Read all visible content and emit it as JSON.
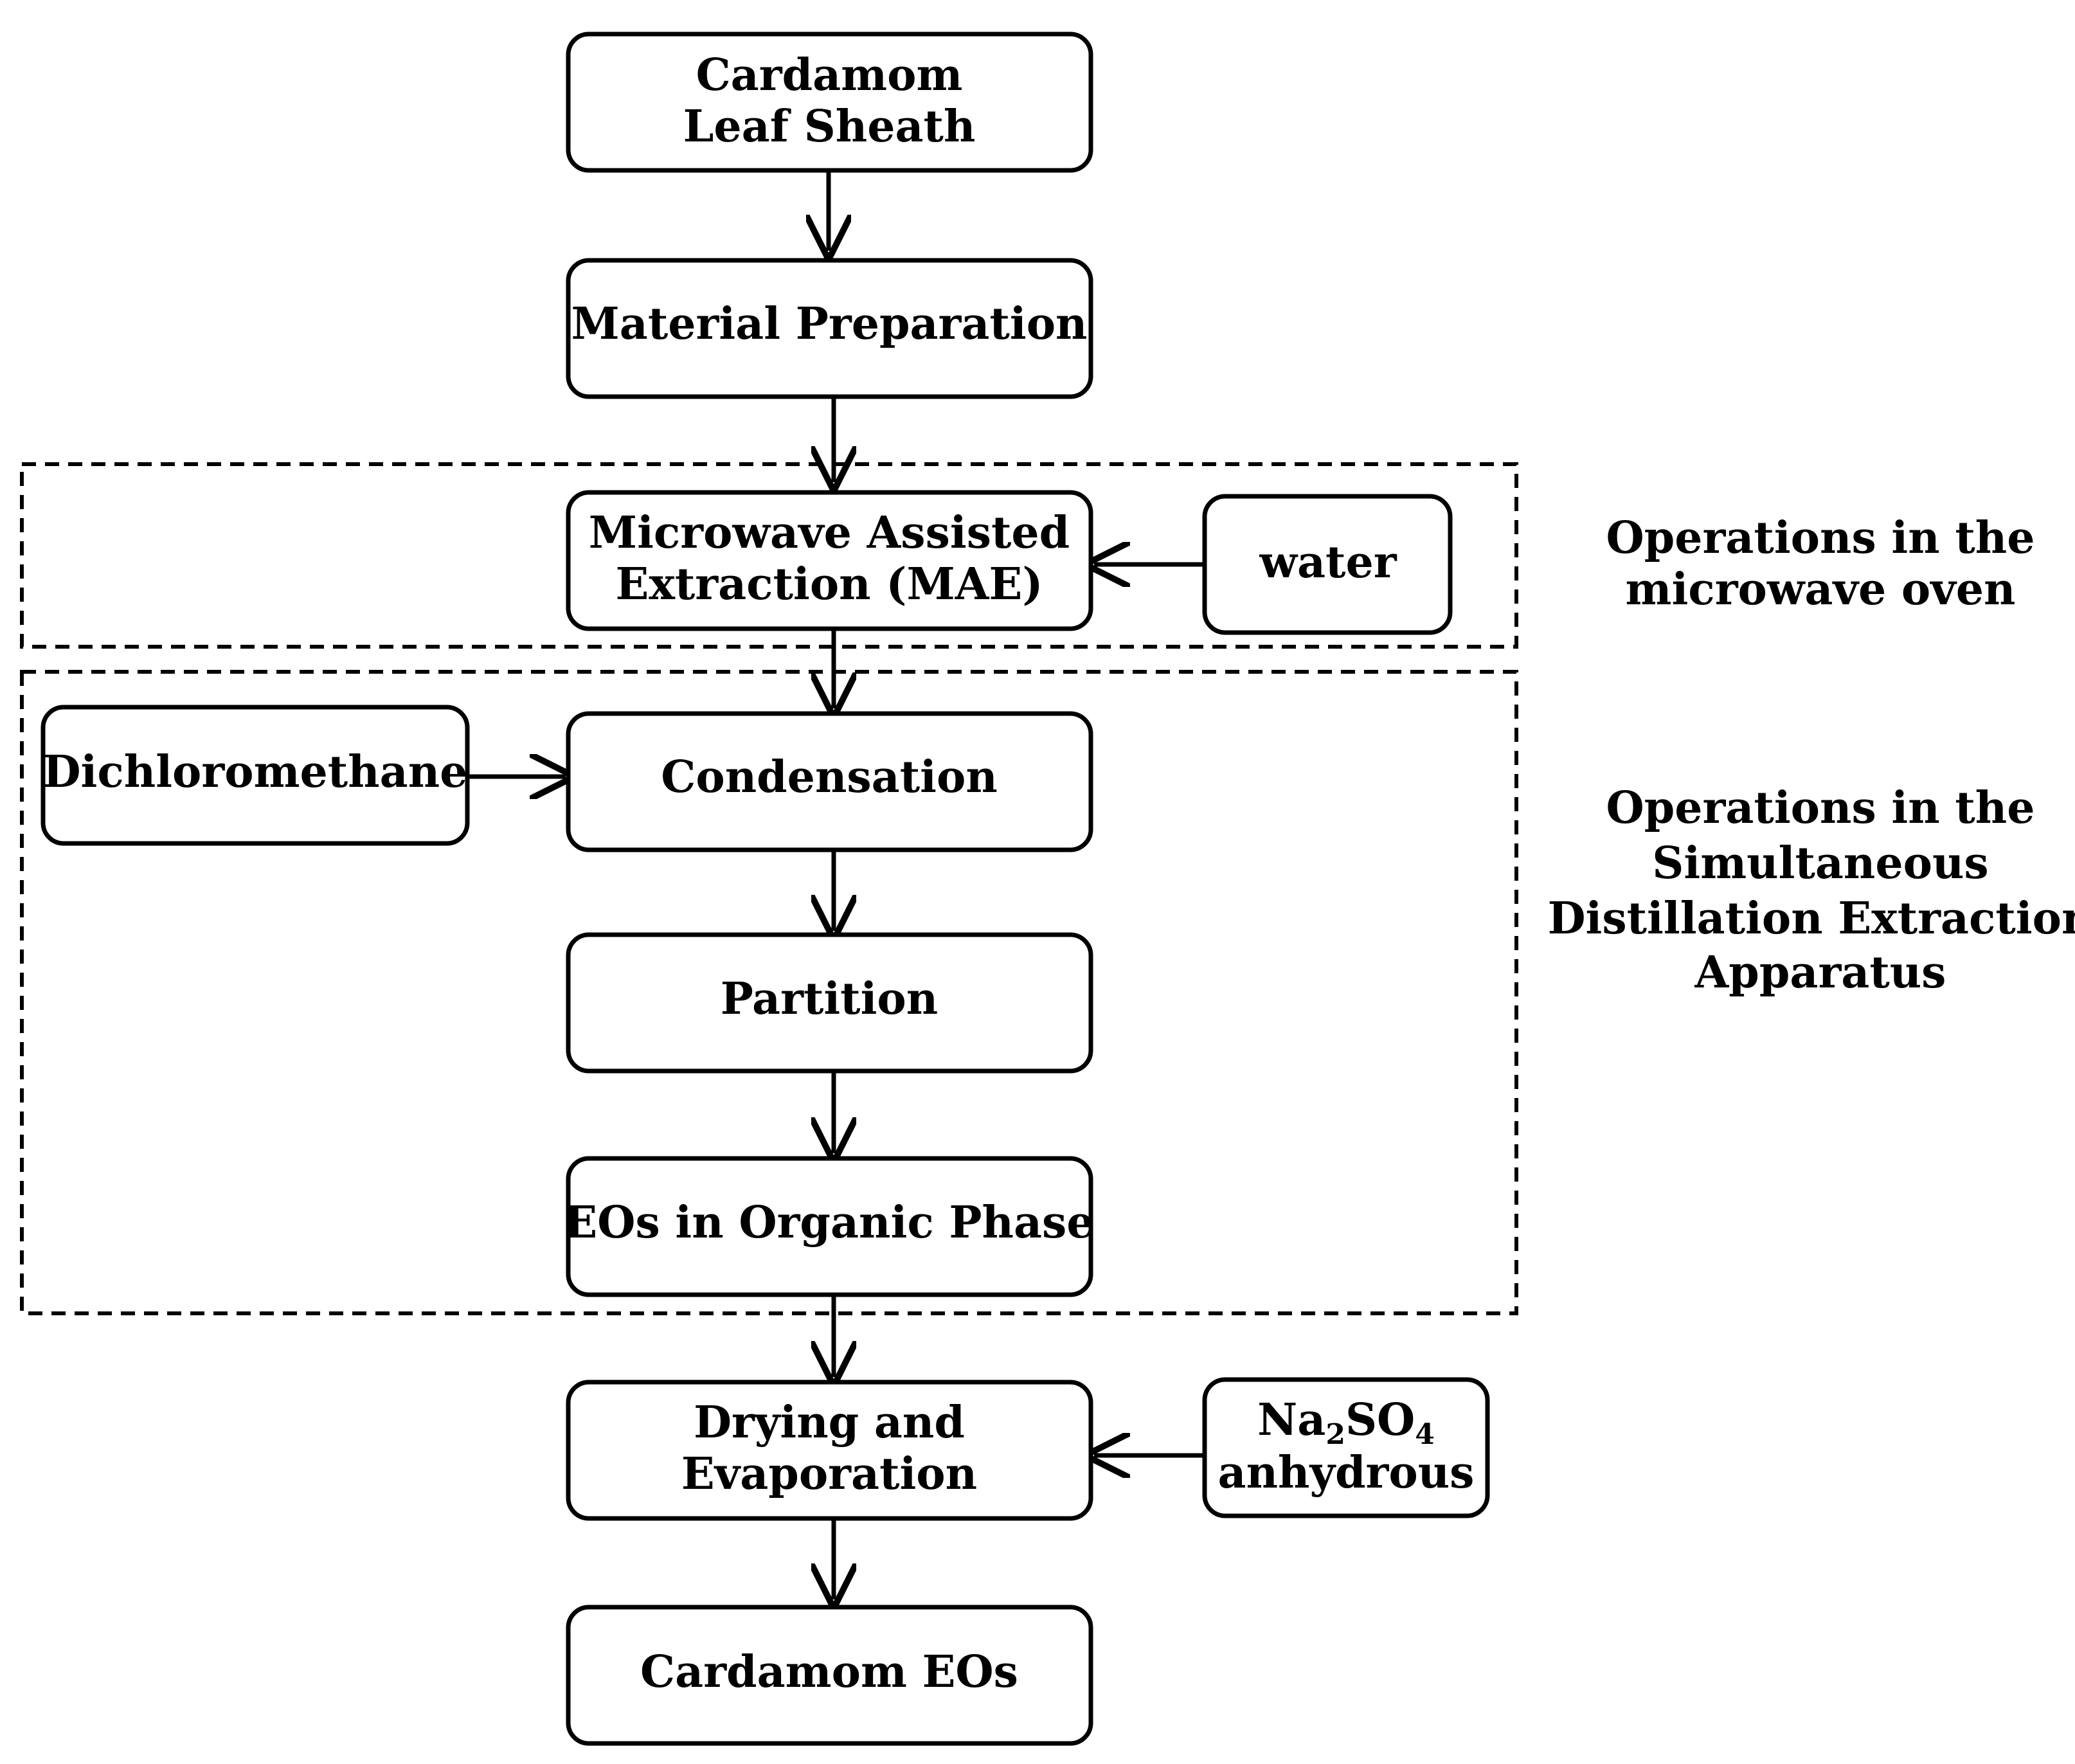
{
  "nodes": {
    "cardamom_leaf_sheath": {
      "line1": "Cardamom",
      "line2": "Leaf Sheath"
    },
    "material_preparation": {
      "label": "Material Preparation"
    },
    "mae": {
      "line1": "Microwave Assisted",
      "line2": "Extraction (MAE)"
    },
    "water": {
      "label": "water"
    },
    "dichloromethane": {
      "label": "Dichloromethane"
    },
    "condensation": {
      "label": "Condensation"
    },
    "partition": {
      "label": "Partition"
    },
    "eos_organic_phase": {
      "label": "EOs in Organic Phase"
    },
    "drying_evaporation": {
      "line1": "Drying and",
      "line2": "Evaporation"
    },
    "na2so4": {
      "na": "Na",
      "sub2": "2",
      "so": "SO",
      "sub4": "4",
      "line2": "anhydrous"
    },
    "cardamom_eos": {
      "label": "Cardamom EOs"
    }
  },
  "groups": {
    "microwave": {
      "line1": "Operations in the",
      "line2": "microwave oven"
    },
    "sde": {
      "line1": "Operations in the",
      "line2": "Simultaneous",
      "line3": "Distillation Extraction",
      "line4": "Apparatus"
    }
  },
  "colors": {
    "stroke": "#000000",
    "background": "#ffffff"
  }
}
